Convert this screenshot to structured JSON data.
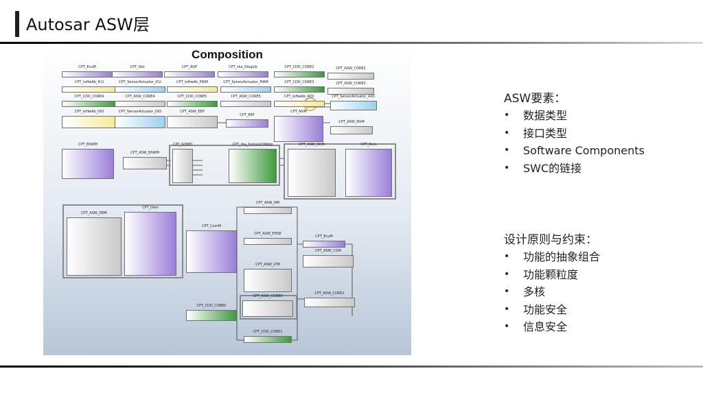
{
  "slide": {
    "title": "Autosar ASW层"
  },
  "diagram": {
    "title": "Composition",
    "components": [
      {
        "id": "c01",
        "label": "CPT_EcuM",
        "color": "purple"
      },
      {
        "id": "c02",
        "label": "CPT_Det",
        "color": "purple"
      },
      {
        "id": "c03",
        "label": "CPT_ADP",
        "color": "purple"
      },
      {
        "id": "c04",
        "label": "CPT_rba_DiagLib",
        "color": "purple"
      },
      {
        "id": "c05",
        "label": "CPT_CDD_CORE2",
        "color": "green"
      },
      {
        "id": "c06",
        "label": "CPT_ASW_CORE2",
        "color": "gray"
      },
      {
        "id": "c07",
        "label": "CPT_IoHwAb_ICU",
        "color": "yellow"
      },
      {
        "id": "c08",
        "label": "CPT_SensorActuator_ICU",
        "color": "blue"
      },
      {
        "id": "c09",
        "label": "CPT_IoHwAb_PWM",
        "color": "yellow"
      },
      {
        "id": "c10",
        "label": "CPT_SensorActuator_PWM",
        "color": "blue"
      },
      {
        "id": "c11",
        "label": "CPT_CDD_CORE3",
        "color": "green"
      },
      {
        "id": "c12",
        "label": "CPT_ASW_CORE3",
        "color": "gray"
      },
      {
        "id": "c13",
        "label": "CPT_CDD_CORE4",
        "color": "green"
      },
      {
        "id": "c14",
        "label": "CPT_ASW_CORE4",
        "color": "gray"
      },
      {
        "id": "c15",
        "label": "CPT_CDD_CORE5",
        "color": "green"
      },
      {
        "id": "c16",
        "label": "CPT_ASW_CORE5",
        "color": "gray"
      },
      {
        "id": "c17",
        "label": "CPT_IoHwAb_ADC",
        "color": "yellow"
      },
      {
        "id": "c18",
        "label": "CPT_SensorActuator_ADC",
        "color": "blue"
      },
      {
        "id": "c19",
        "label": "CPT_IoHwAb_DIO",
        "color": "yellow"
      },
      {
        "id": "c20",
        "label": "CPT_SensorActuator_DIO",
        "color": "blue"
      },
      {
        "id": "c21",
        "label": "CPT_ASW_EEP",
        "color": "gray"
      },
      {
        "id": "c22",
        "label": "CPT_EEP",
        "color": "purple"
      },
      {
        "id": "c23",
        "label": "CPT_NVM",
        "color": "purple"
      },
      {
        "id": "c24",
        "label": "CPT_ASW_NVM",
        "color": "gray"
      },
      {
        "id": "c25",
        "label": "CPT_BSWM",
        "color": "purple"
      },
      {
        "id": "c26",
        "label": "CPT_ASW_BSWM",
        "color": "gray"
      },
      {
        "id": "c27",
        "label": "CPT_SOMEIP",
        "color": "gray"
      },
      {
        "id": "c28",
        "label": "CPT_rba_SomeipSWAdp",
        "color": "green"
      },
      {
        "id": "c29",
        "label": "CPT_ASW_DCM",
        "color": "gray"
      },
      {
        "id": "c30",
        "label": "CPT_Dcm",
        "color": "purple"
      },
      {
        "id": "c31",
        "label": "CPT_ASW_DEM",
        "color": "gray"
      },
      {
        "id": "c32",
        "label": "CPT_Dem",
        "color": "purple"
      },
      {
        "id": "c33",
        "label": "CPT_ComM",
        "color": "purple"
      },
      {
        "id": "c34",
        "label": "CPT_ASW_NM",
        "color": "gray"
      },
      {
        "id": "c35",
        "label": "CPT_ASW_EHSE",
        "color": "gray"
      },
      {
        "id": "c36",
        "label": "CPT_EcuM",
        "color": "purple"
      },
      {
        "id": "c37",
        "label": "CPT_ASW_COM",
        "color": "gray"
      },
      {
        "id": "c38",
        "label": "CPT_ASW_LTM",
        "color": "gray"
      },
      {
        "id": "c39",
        "label": "CPT_CDD_CORE0",
        "color": "green"
      },
      {
        "id": "c40",
        "label": "CPT_ASW_CORE0",
        "color": "gray"
      },
      {
        "id": "c41",
        "label": "CPT_ASW_CORE1",
        "color": "gray"
      },
      {
        "id": "c42",
        "label": "CPT_CDD_CORE1",
        "color": "green"
      }
    ]
  },
  "asw_section": {
    "heading": "ASW要素：",
    "items": [
      "数据类型",
      "接口类型",
      "Software Components",
      "SWC的链接"
    ]
  },
  "design_section": {
    "heading": "设计原则与约束：",
    "items": [
      "功能的抽象组合",
      "功能颗粒度",
      "多核",
      "功能安全",
      "信息安全"
    ]
  }
}
